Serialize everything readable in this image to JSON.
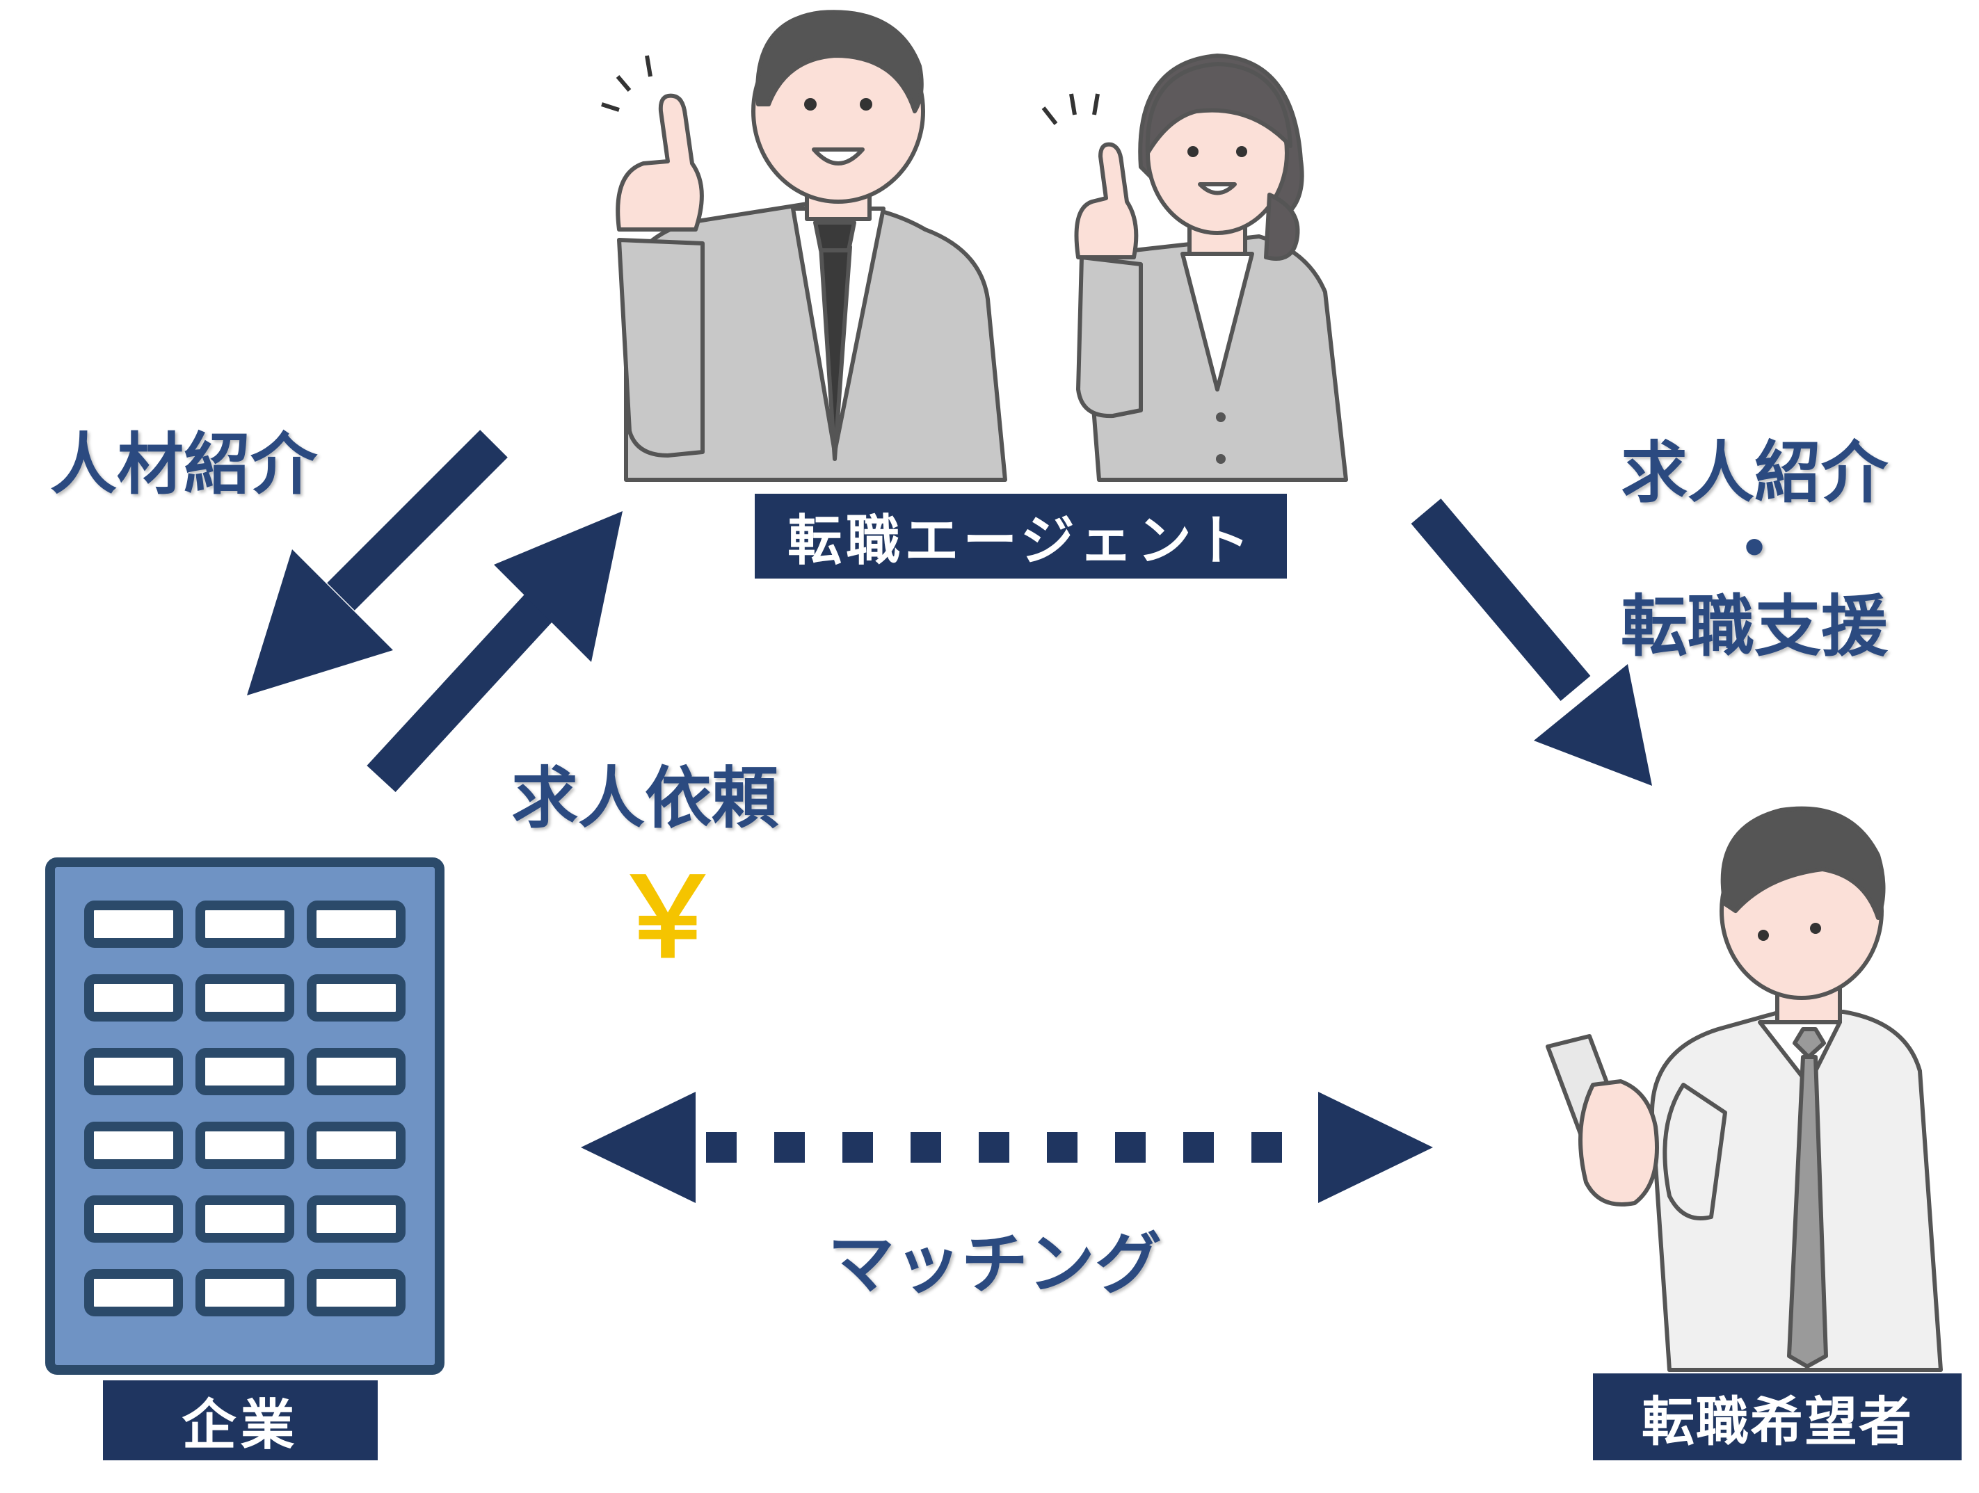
{
  "labels": {
    "agent": "転職エージェント",
    "company": "企業",
    "candidate": "転職希望者"
  },
  "flows": {
    "agent_to_company": "人材紹介",
    "company_to_agent": "求人依頼",
    "agent_to_candidate_line1": "求人紹介",
    "agent_to_candidate_dot": "・",
    "agent_to_candidate_line2": "転職支援",
    "matching": "マッチング"
  },
  "currency_symbol": "￥",
  "colors": {
    "navy": "#1f3560",
    "text_blue": "#2b4a80",
    "building_blue": "#6f93c4",
    "yen_gold": "#f5c400"
  }
}
